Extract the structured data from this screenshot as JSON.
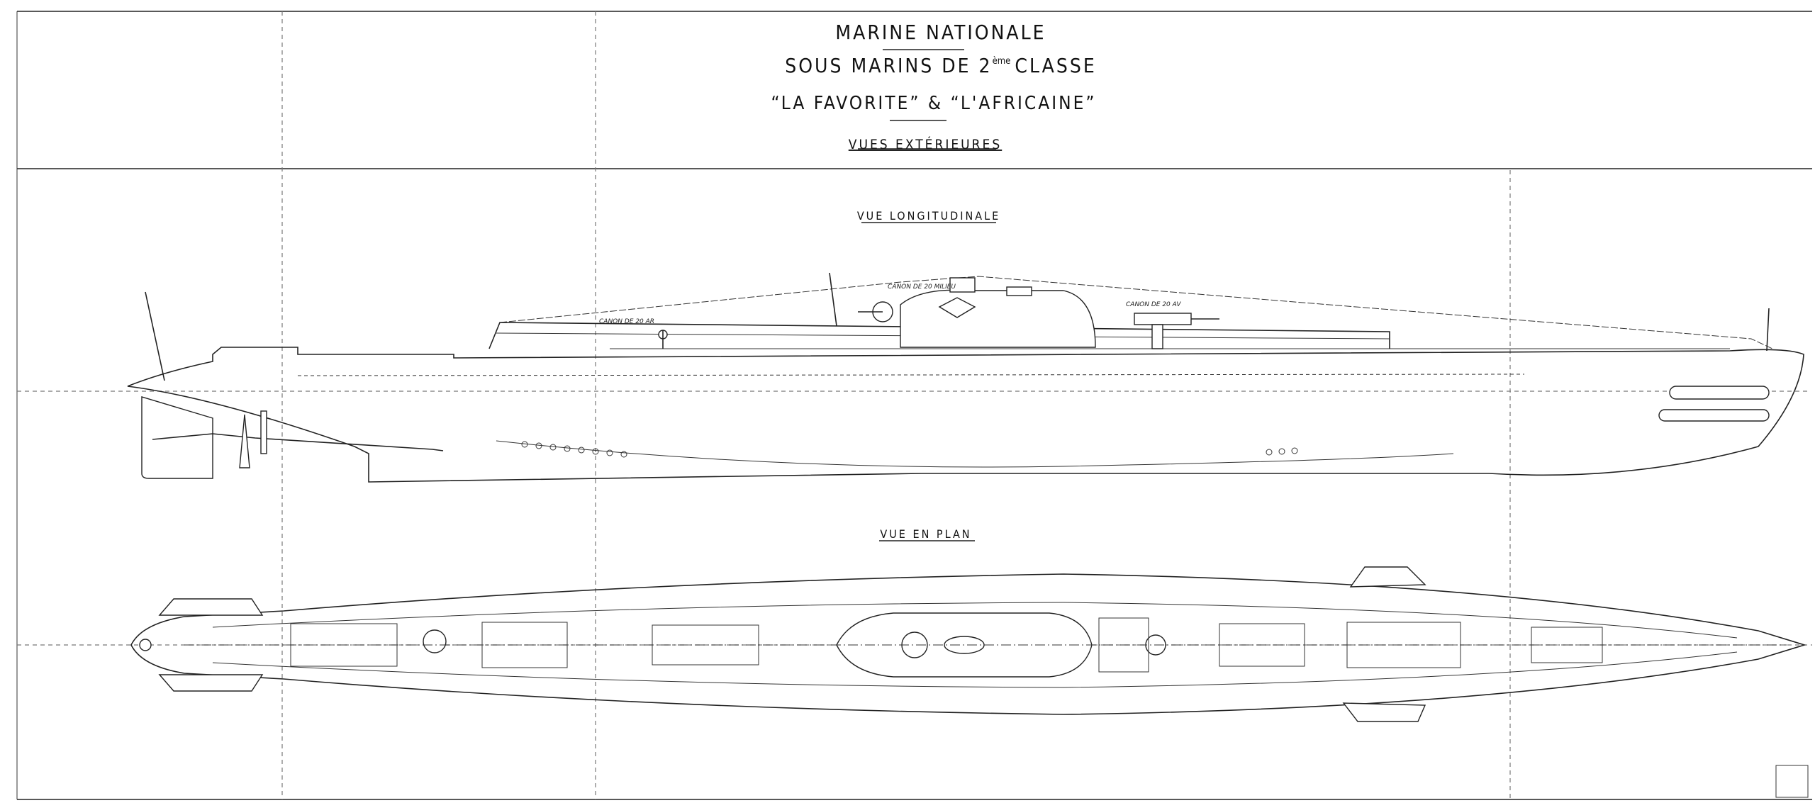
{
  "header": {
    "line1": "MARINE NATIONALE",
    "line2_prefix": "SOUS MARINS DE 2",
    "line2_sup": "ème",
    "line2_suffix": "CLASSE",
    "line3": "“LA FAVORITE” & “L'AFRICAINE”",
    "line4": "VUES EXTÉRIEURES"
  },
  "views": {
    "longitudinal": {
      "title": "VUE LONGITUDINALE",
      "labels": [
        "CANON DE 20 AR",
        "CANON DE 20 MILIEU",
        "CANON DE 20 AV"
      ]
    },
    "plan": {
      "title": "VUE EN PLAN"
    }
  }
}
